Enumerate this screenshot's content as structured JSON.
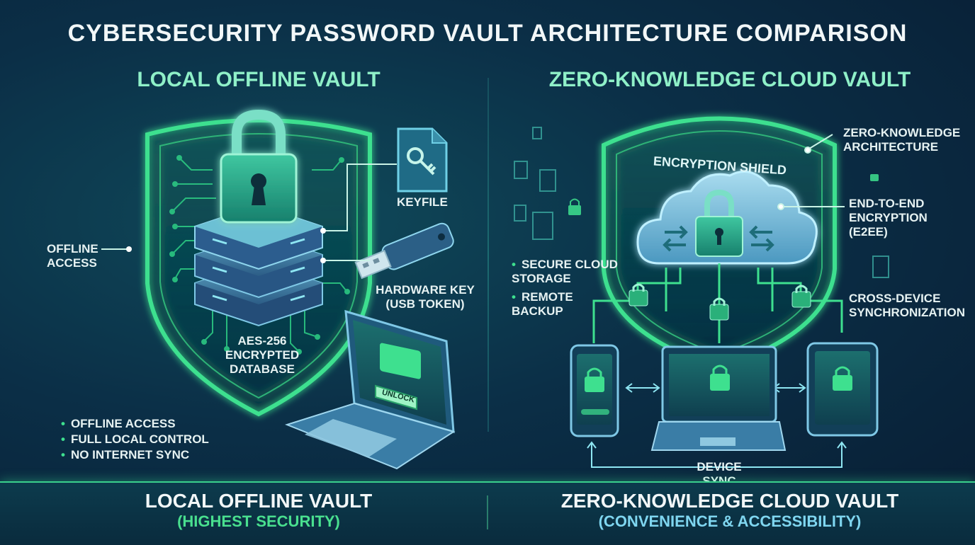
{
  "title": "CYBERSECURITY PASSWORD VAULT ARCHITECTURE COMPARISON",
  "left": {
    "heading": "LOCAL OFFLINE VAULT",
    "labels": {
      "offline_access": "OFFLINE ACCESS",
      "keyfile": "KEYFILE",
      "hardware_key": "HARDWARE KEY (USB TOKEN)",
      "database": "AES-256 ENCRYPTED DATABASE",
      "unlock": "UNLOCK"
    },
    "bullets": [
      "OFFLINE ACCESS",
      "FULL LOCAL CONTROL",
      "NO INTERNET SYNC"
    ]
  },
  "right": {
    "heading": "ZERO-KNOWLEDGE CLOUD VAULT",
    "labels": {
      "shield": "ENCRYPTION SHIELD",
      "zero_knowledge": "ZERO-KNOWLEDGE ARCHITECTURE",
      "e2ee": "END-TO-END ENCRYPTION (E2EE)",
      "cross_device": "CROSS-DEVICE SYNCHRONIZATION",
      "device_sync": "DEVICE SYNC"
    },
    "bullets": [
      "SECURE CLOUD STORAGE",
      "REMOTE BACKUP"
    ]
  },
  "footer": {
    "left_title": "LOCAL OFFLINE VAULT",
    "left_sub": "(HIGHEST SECURITY)",
    "right_title": "ZERO-KNOWLEDGE CLOUD VAULT",
    "right_sub": "(CONVENIENCE & ACCESSIBILITY)"
  },
  "colors": {
    "accent_green": "#3ee08f",
    "heading_mint": "#8ff0c8",
    "footer_sub_left": "#49e08f",
    "footer_sub_right": "#7fd6f0"
  }
}
